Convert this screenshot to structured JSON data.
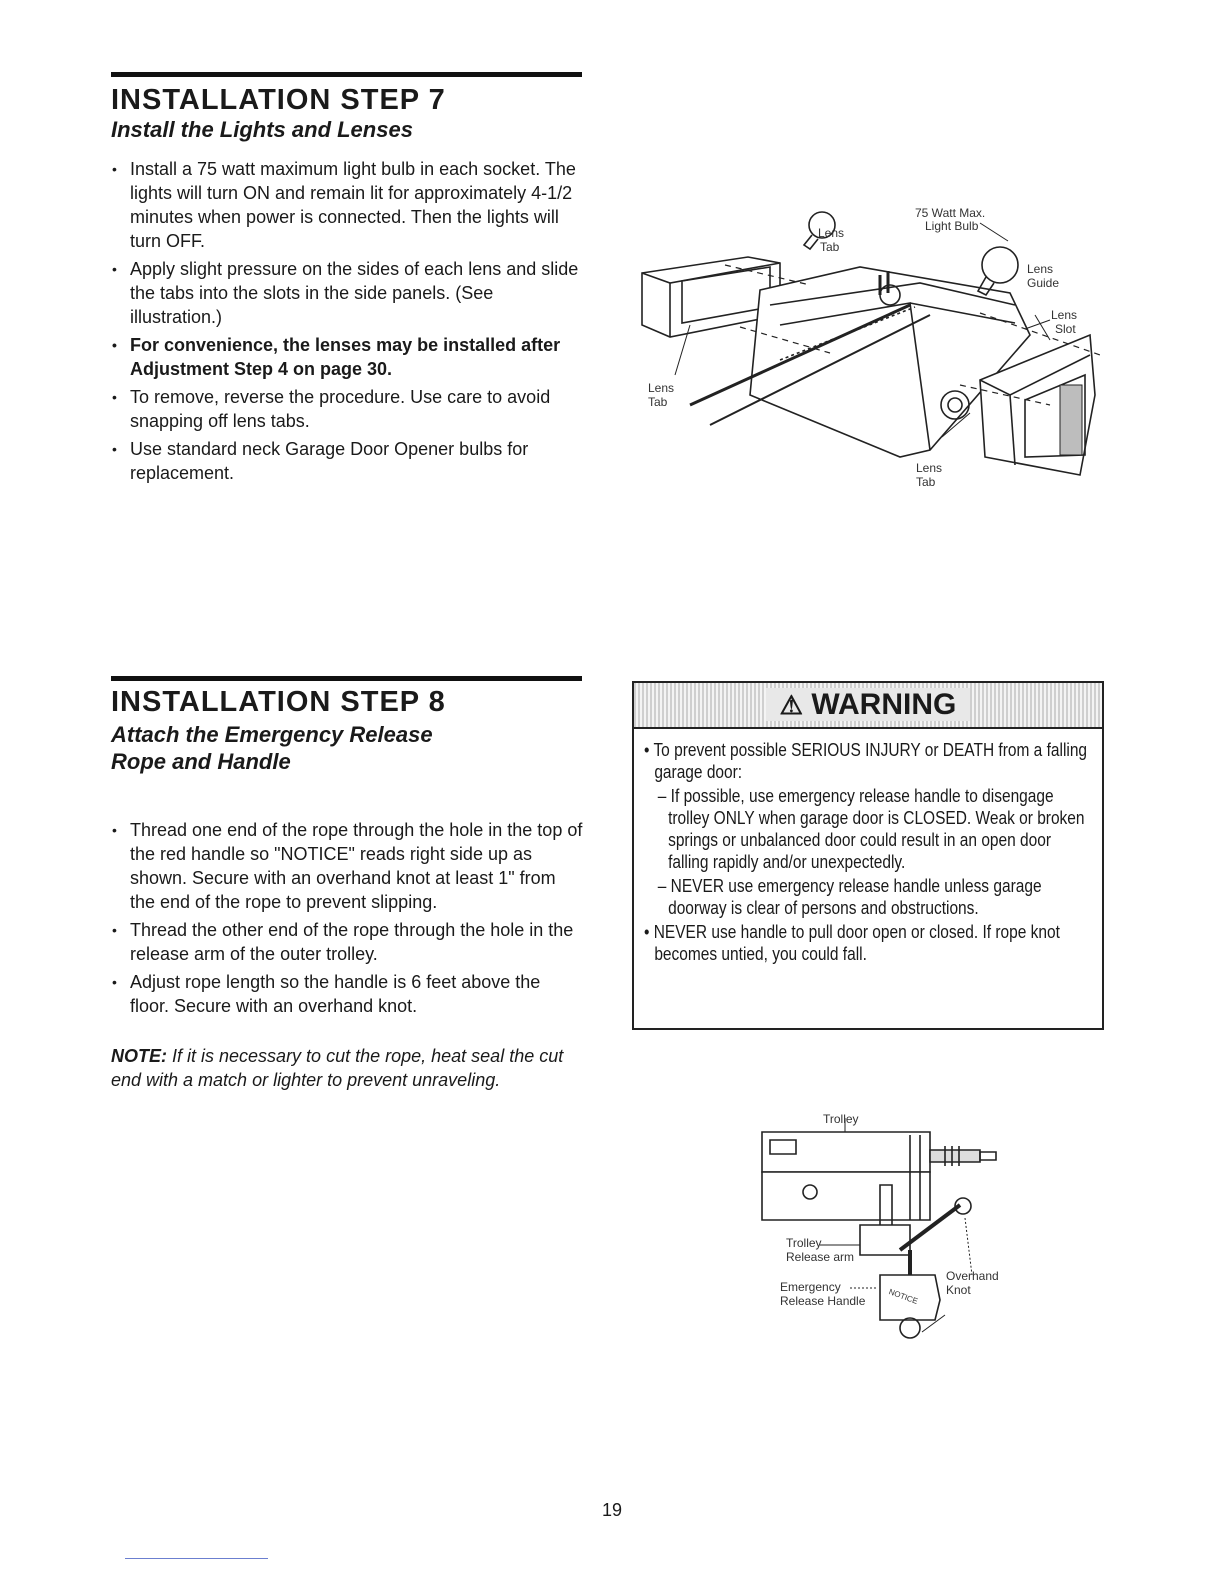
{
  "step7": {
    "title": "INSTALLATION STEP 7",
    "subtitle": "Install the Lights and Lenses",
    "bullets": [
      "Install a 75 watt maximum light bulb in each socket. The lights will turn ON and remain lit for approximately 4-1/2 minutes when power is connected. Then the lights will turn OFF.",
      "Apply slight pressure on the sides of each lens and slide the tabs into the slots in the side panels. (See illustration.)",
      "For convenience, the lenses may be installed after Adjustment Step 4 on page 30.",
      "To remove, reverse the procedure. Use care to avoid snapping off lens tabs.",
      "Use standard neck Garage Door Opener bulbs for replacement."
    ],
    "illustration_labels": {
      "watt_max": "75 Watt Max.",
      "light_bulb": "Light Bulb",
      "lens_tab_top_1": "Lens",
      "lens_tab_top_2": "Tab",
      "lens_guide_1": "Lens",
      "lens_guide_2": "Guide",
      "lens_slot_1": "Lens",
      "lens_slot_2": "Slot",
      "lens_tab_left_1": "Lens",
      "lens_tab_left_2": "Tab",
      "lens_tab_bottom_1": "Lens",
      "lens_tab_bottom_2": "Tab"
    }
  },
  "step8": {
    "title": "INSTALLATION STEP 8",
    "subtitle_line1": "Attach the Emergency Release",
    "subtitle_line2": "Rope and Handle",
    "bullets": [
      "Thread one end of the rope through the hole in the top of the red handle so \"NOTICE\" reads right side up as shown. Secure with an overhand knot at least 1\" from the end of the rope to prevent slipping.",
      "Thread the other end of the rope through the hole in the release arm of the outer trolley.",
      "Adjust rope length so the handle is 6 feet above the floor. Secure with an overhand knot."
    ],
    "note_label": "NOTE:",
    "note_text": "If it is necessary to cut the rope, heat seal the cut end with a match or lighter to prevent unraveling.",
    "illustration_labels": {
      "trolley": "Trolley",
      "trolley_release_1": "Trolley",
      "trolley_release_2": "Release arm",
      "emergency_1": "Emergency",
      "emergency_2": "Release Handle",
      "overhand_1": "Overhand",
      "overhand_2": "Knot",
      "notice": "NOTICE"
    }
  },
  "warning": {
    "heading": "WARNING",
    "intro": "• To prevent possible SERIOUS INJURY or DEATH from a falling garage door:",
    "sub1": "– If possible, use emergency release handle to disengage trolley ONLY when garage door is CLOSED. Weak or broken springs or unbalanced door could result in an open door falling rapidly and/or unexpectedly.",
    "sub2": "– NEVER use emergency release handle unless garage doorway is clear of persons and obstructions.",
    "last": "• NEVER use handle to pull door open or closed. If rope knot becomes untied, you could fall."
  },
  "page_number": "19"
}
